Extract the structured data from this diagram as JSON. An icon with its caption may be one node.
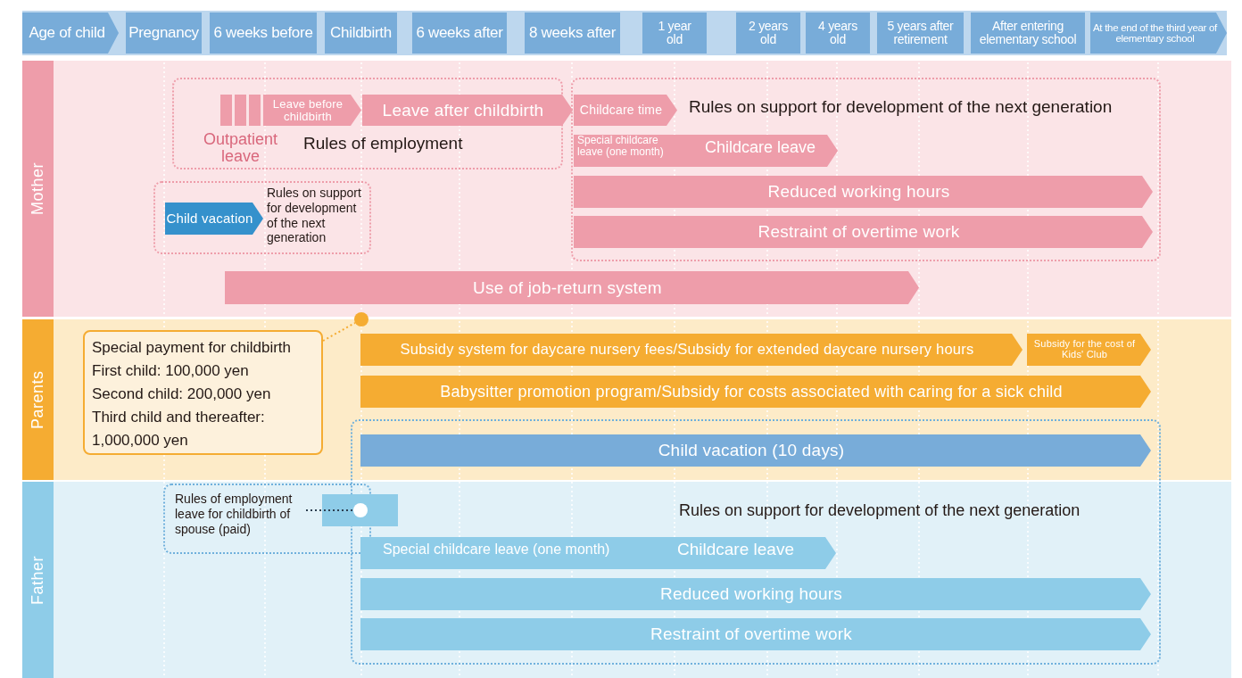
{
  "diagram": {
    "nodes": [
      {
        "text": [
          "Age of child"
        ]
      },
      {
        "text": [
          "Pregnancy"
        ]
      },
      {
        "text": [
          "6 weeks before"
        ]
      },
      {
        "text": [
          "Childbirth"
        ]
      },
      {
        "text": [
          "6 weeks after"
        ]
      },
      {
        "text": [
          "8 weeks after"
        ]
      },
      {
        "text": [
          "1 year old"
        ]
      },
      {
        "text": [
          "2 years old"
        ]
      },
      {
        "text": [
          "4 years old"
        ]
      },
      {
        "text": [
          "5 years after retirement"
        ]
      },
      {
        "text": [
          "After entering elementary school"
        ]
      },
      {
        "text": [
          "At the end of the third year of elementary school"
        ]
      },
      {
        "text": [
          "Mother"
        ]
      },
      {
        "text": [
          "Rules of employment"
        ],
        "in": 12
      },
      {
        "text": [
          "Outpatient leave"
        ],
        "in": 13
      },
      {
        "text": [
          "Leave before childbirth"
        ],
        "in": 13
      },
      {
        "text": [
          "Leave after childbirth"
        ],
        "in": 13
      },
      {
        "text": [
          "Rules on support for development of the next generation"
        ],
        "in": 12
      },
      {
        "text": [
          "Childcare time"
        ],
        "in": 17
      },
      {
        "text": [
          "Special childcare leave (one month)",
          "Childcare leave"
        ],
        "in": 17
      },
      {
        "text": [
          "Reduced working hours"
        ],
        "in": 17
      },
      {
        "text": [
          "Restraint of overtime work"
        ],
        "in": 17
      },
      {
        "text": [
          "Rules on support for development of the next generation"
        ],
        "in": 12
      },
      {
        "text": [
          "Child vacation"
        ],
        "in": 22
      },
      {
        "text": [
          "Use of job-return system"
        ],
        "in": 12
      },
      {
        "text": [
          "Parents"
        ]
      },
      {
        "text": [
          "Special payment for childbirth",
          "First child: 100,000 yen",
          "Second child: 200,000 yen",
          "Third child and thereafter: 1,000,000 yen"
        ],
        "in": 25
      },
      {
        "text": [],
        "shape": "circle"
      },
      {
        "text": [
          "Subsidy system for daycare nursery fees/Subsidy for extended daycare nursery hours"
        ],
        "in": 25
      },
      {
        "text": [
          "Subsidy for the cost of Kids' Club"
        ],
        "in": 25
      },
      {
        "text": [
          "Babysitter promotion program/Subsidy for costs associated with caring for a sick child"
        ],
        "in": 25
      },
      {
        "text": [
          "Rules on support for development of the next generation"
        ]
      },
      {
        "text": [
          "Child vacation (10 days)"
        ]
      },
      {
        "text": [
          "Father"
        ]
      },
      {
        "text": [
          "Rules of employment leave for childbirth of spouse (paid)"
        ],
        "in": 33
      },
      {
        "text": [],
        "shape": "bar",
        "in": 33
      },
      {
        "text": [],
        "shape": "circle"
      },
      {
        "text": [
          "Special childcare leave (one month)",
          "Childcare leave"
        ]
      },
      {
        "text": [
          "Reduced working hours"
        ]
      },
      {
        "text": [
          "Restraint of overtime work"
        ]
      }
    ],
    "edges": [
      {
        "from": 26,
        "to": 27,
        "arrow": "none",
        "style": "dashed",
        "color": "#f5ac32"
      },
      {
        "from": 34,
        "to": 36,
        "arrow": "none",
        "style": "dashed",
        "color": "#2c3e50"
      }
    ]
  }
}
